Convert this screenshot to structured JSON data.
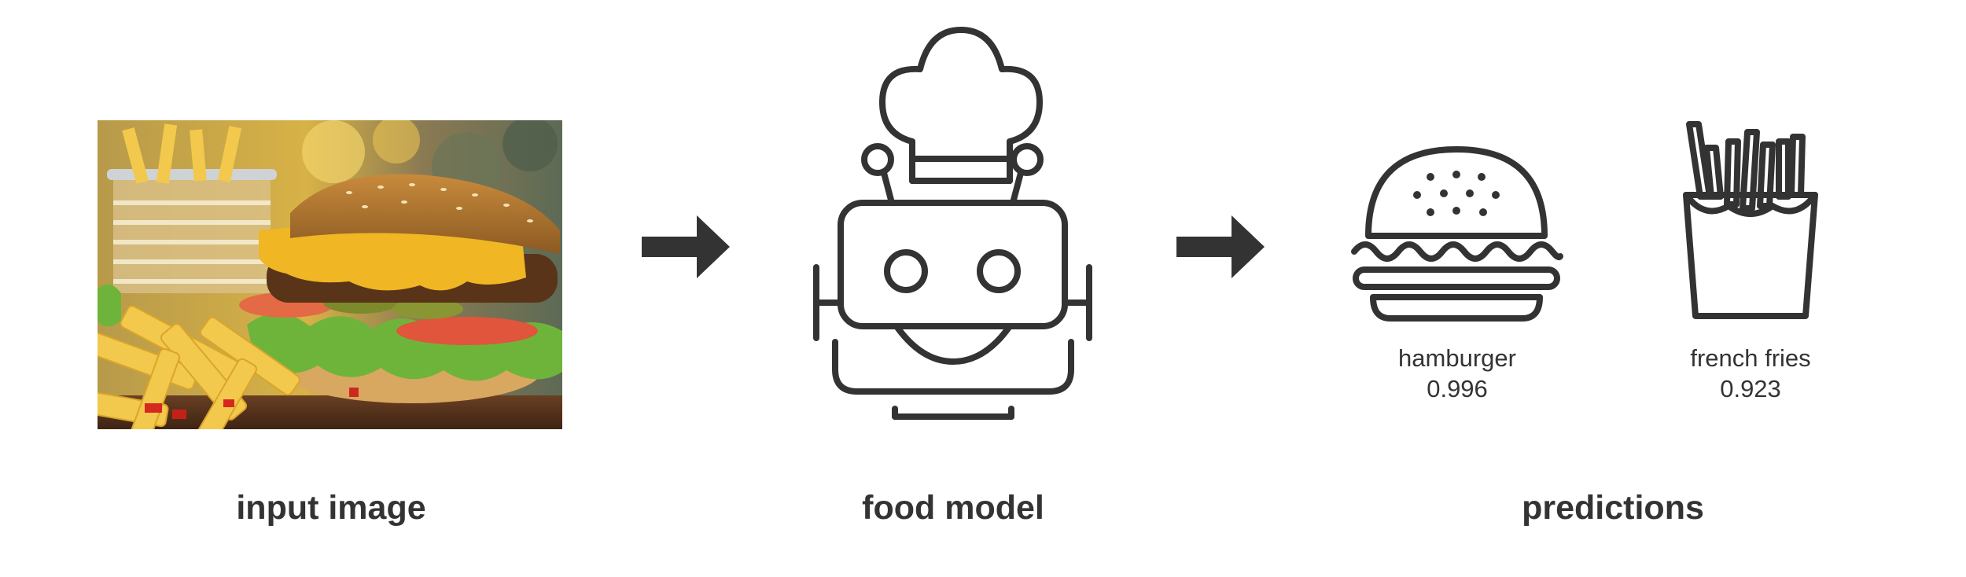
{
  "stages": {
    "input_label": "input image",
    "model_label": "food model",
    "predictions_label": "predictions"
  },
  "predictions": [
    {
      "label": "hamburger",
      "score": "0.996",
      "icon": "hamburger-icon"
    },
    {
      "label": "french fries",
      "score": "0.923",
      "icon": "french-fries-icon"
    }
  ],
  "colors": {
    "text": "#333333",
    "arrow": "#333333",
    "background": "#ffffff"
  },
  "icons": {
    "model": "chef-robot-icon",
    "arrow": "right-arrow-icon"
  }
}
